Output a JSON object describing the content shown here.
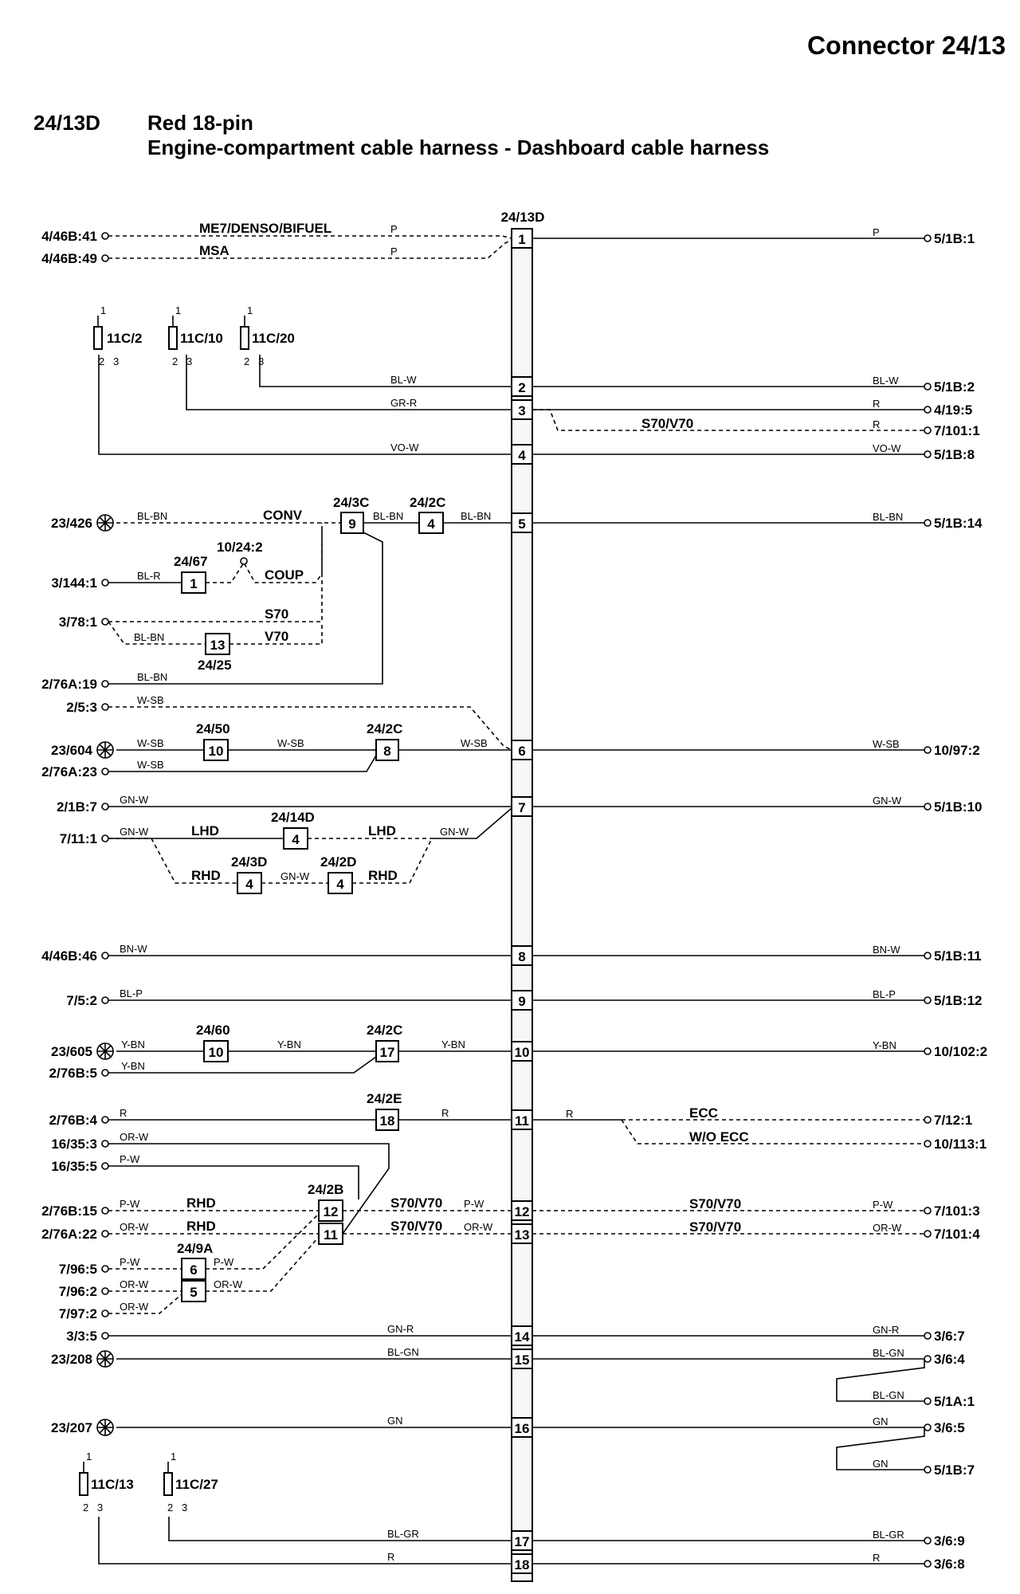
{
  "header": {
    "title": "Connector 24/13",
    "code": "24/13D",
    "line1": "Red 18-pin",
    "line2": "Engine-compartment cable harness - Dashboard cable harness"
  },
  "connector": {
    "label": "24/13D",
    "pins": [
      "1",
      "2",
      "3",
      "4",
      "5",
      "6",
      "7",
      "8",
      "9",
      "10",
      "11",
      "12",
      "13",
      "14",
      "15",
      "16",
      "17",
      "18"
    ]
  },
  "left_terminals": [
    "4/46B:41",
    "4/46B:49",
    "23/426",
    "3/144:1",
    "3/78:1",
    "2/76A:19",
    "2/5:3",
    "23/604",
    "2/76A:23",
    "2/1B:7",
    "7/11:1",
    "4/46B:46",
    "7/5:2",
    "23/605",
    "2/76B:5",
    "2/76B:4",
    "16/35:3",
    "16/35:5",
    "2/76B:15",
    "2/76A:22",
    "7/96:5",
    "7/96:2",
    "7/97:2",
    "3/3:5",
    "23/208",
    "23/207"
  ],
  "right_terminals": [
    "5/1B:1",
    "5/1B:2",
    "4/19:5",
    "7/101:1",
    "5/1B:8",
    "5/1B:14",
    "10/97:2",
    "5/1B:10",
    "5/1B:11",
    "5/1B:12",
    "10/102:2",
    "7/12:1",
    "10/113:1",
    "7/101:3",
    "7/101:4",
    "3/6:7",
    "3/6:4",
    "5/1A:1",
    "3/6:5",
    "5/1B:7",
    "3/6:9",
    "3/6:8"
  ],
  "fuses": [
    {
      "name": "11C/2",
      "pins": [
        "1",
        "2",
        "3"
      ]
    },
    {
      "name": "11C/10",
      "pins": [
        "1",
        "2",
        "3"
      ]
    },
    {
      "name": "11C/20",
      "pins": [
        "1",
        "2",
        "3"
      ]
    },
    {
      "name": "11C/13",
      "pins": [
        "1",
        "2",
        "3"
      ]
    },
    {
      "name": "11C/27",
      "pins": [
        "1",
        "2",
        "3"
      ]
    }
  ],
  "splice_points": [
    {
      "name": "24/3C",
      "pin": "9"
    },
    {
      "name": "24/2C",
      "pin": "4"
    },
    {
      "name": "24/67",
      "pin": "1"
    },
    {
      "name": "24/25",
      "pin": "13"
    },
    {
      "name": "24/50",
      "pin": "10"
    },
    {
      "name": "24/2C",
      "pin": "8"
    },
    {
      "name": "24/14D",
      "pin": "4"
    },
    {
      "name": "24/3D",
      "pin": "4"
    },
    {
      "name": "24/2D",
      "pin": "4"
    },
    {
      "name": "24/60",
      "pin": "10"
    },
    {
      "name": "24/2C",
      "pin": "17"
    },
    {
      "name": "24/2E",
      "pin": "18"
    },
    {
      "name": "24/2B",
      "pin": "12"
    },
    {
      "name": "24/2B",
      "pin": "11"
    },
    {
      "name": "24/9A",
      "pin": "6"
    },
    {
      "name": "24/9A",
      "pin": "5"
    }
  ],
  "ground_point": "10/24:2",
  "variant_labels": [
    "ME7/DENSO/BIFUEL",
    "MSA",
    "S70/V70",
    "CONV",
    "COUP",
    "S70",
    "V70",
    "LHD",
    "RHD",
    "ECC",
    "W/O ECC"
  ],
  "wire_colors": [
    "P",
    "BL-W",
    "GR-R",
    "R",
    "VO-W",
    "BL-BN",
    "BL-R",
    "W-SB",
    "GN-W",
    "BN-W",
    "BL-P",
    "Y-BN",
    "OR-W",
    "P-W",
    "GN-R",
    "BL-GN",
    "GN",
    "BL-GR"
  ]
}
